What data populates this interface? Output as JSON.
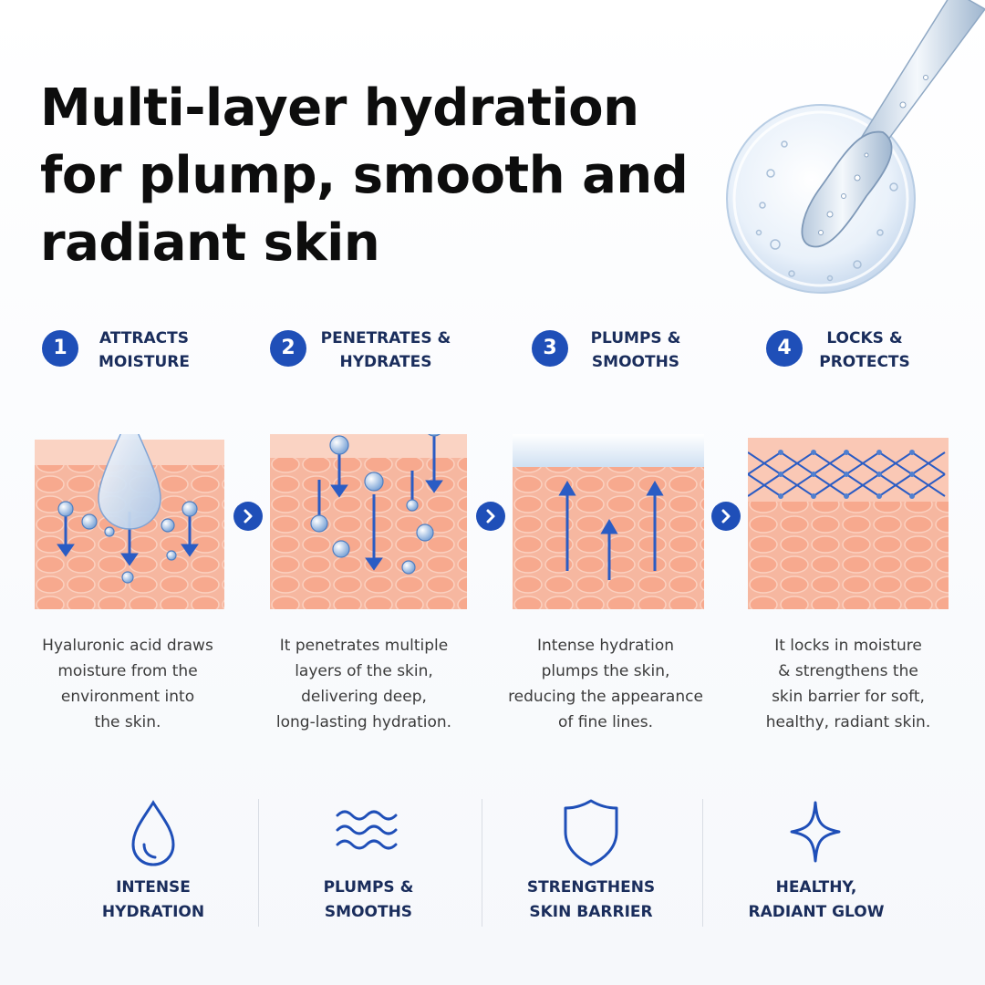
{
  "headline": [
    "Multi-layer hydration",
    "for plump, smooth and",
    "radiant skin"
  ],
  "colors": {
    "accent": "#1f4fb8",
    "skin": "#f5a78c",
    "text": "#0d0d0d"
  },
  "steps": [
    {
      "number": "1",
      "title": [
        "ATTRACTS",
        "MOISTURE"
      ],
      "description": [
        "Hyaluronic acid draws",
        "moisture from the",
        "environment into",
        "the skin."
      ]
    },
    {
      "number": "2",
      "title": [
        "PENETRATES &",
        "HYDRATES"
      ],
      "description": [
        "It penetrates multiple",
        "layers of the skin,",
        "delivering deep,",
        "long-lasting hydration."
      ]
    },
    {
      "number": "3",
      "title": [
        "PLUMPS &",
        "SMOOTHS"
      ],
      "description": [
        "Intense hydration",
        "plumps the skin,",
        "reducing the appearance",
        "of fine lines."
      ]
    },
    {
      "number": "4",
      "title": [
        "LOCKS &",
        "PROTECTS"
      ],
      "description": [
        "It locks in moisture",
        "& strengthens the",
        "skin barrier for soft,",
        "healthy, radiant skin."
      ]
    }
  ],
  "benefits": [
    {
      "icon": "water-drop-icon",
      "label": [
        "INTENSE",
        "HYDRATION"
      ]
    },
    {
      "icon": "waves-icon",
      "label": [
        "PLUMPS &",
        "SMOOTHS"
      ]
    },
    {
      "icon": "shield-icon",
      "label": [
        "STRENGTHENS",
        "SKIN BARRIER"
      ]
    },
    {
      "icon": "sparkle-icon",
      "label": [
        "HEALTHY,",
        "RADIANT GLOW"
      ]
    }
  ]
}
